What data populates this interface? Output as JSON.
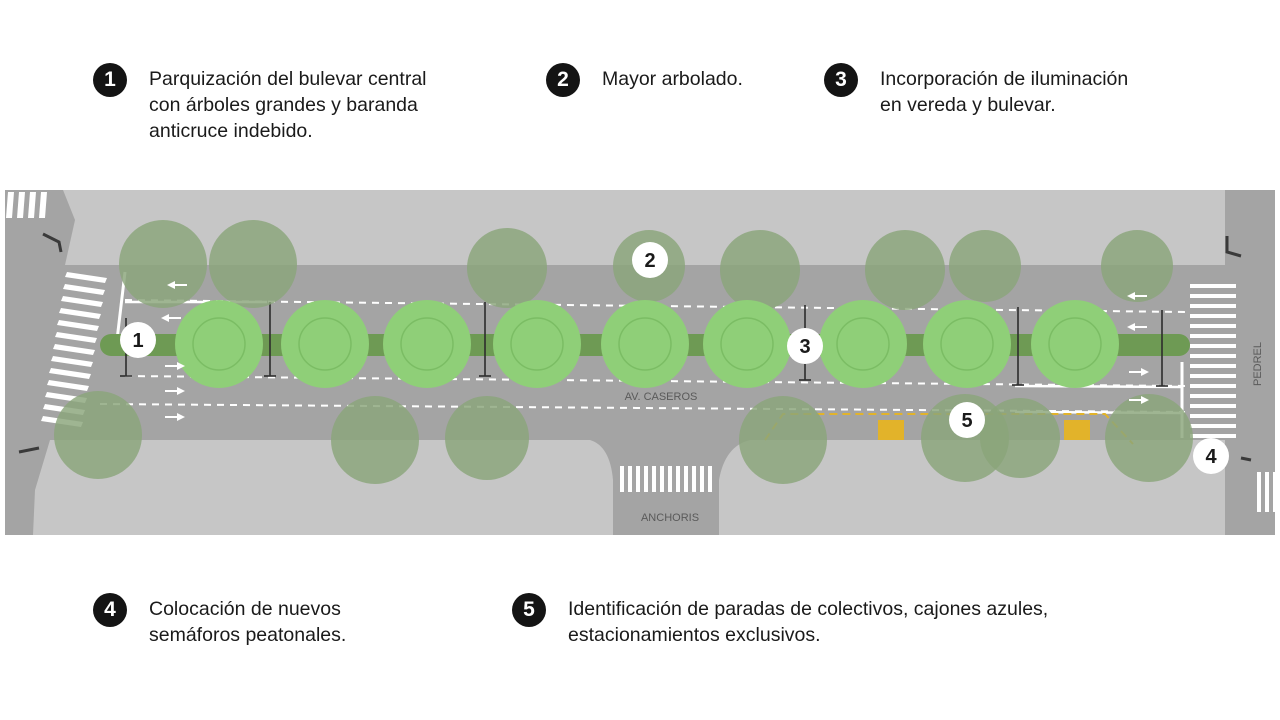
{
  "items": [
    {
      "number": "1",
      "text": "Parquización del bulevar central\ncon árboles grandes y baranda\nanticruce indebido."
    },
    {
      "number": "2",
      "text": "Mayor arbolado."
    },
    {
      "number": "3",
      "text": "Incorporación de iluminación\nen vereda y bulevar."
    },
    {
      "number": "4",
      "text": "Colocación de nuevos\nsemáforos peatonales."
    },
    {
      "number": "5",
      "text": "Identificación de paradas de colectivos, cajones azules,\nestacionamientos exclusivos."
    }
  ],
  "map": {
    "street_main": "AV. CASEROS",
    "street_side": "ANCHORIS",
    "street_cross": "PEDREL",
    "markers": [
      "1",
      "2",
      "3",
      "4",
      "5"
    ],
    "colors": {
      "sidewalk": "#c6c6c6",
      "road": "#a4a4a4",
      "median": "#6e9a54",
      "tree_new": "#8fcf78",
      "tree_existing": "#8aa57a",
      "bus_stop": "#e2b32a"
    }
  }
}
